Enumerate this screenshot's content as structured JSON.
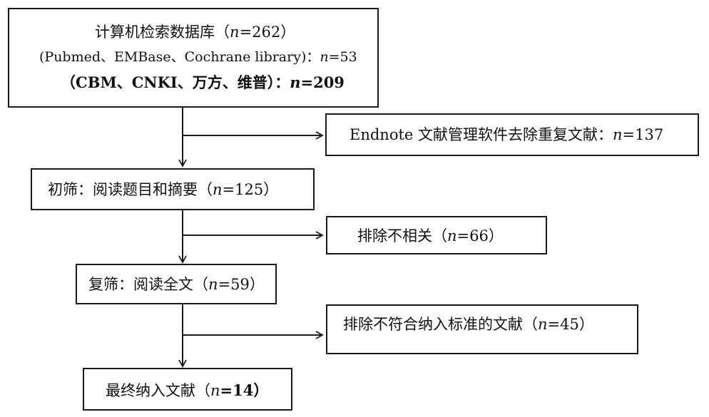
{
  "n_var": "n",
  "search": {
    "l1_text": "计算机检索数据库（",
    "l1_val": "=262）",
    "l2_text": "(Pubmed、EMBase、Cochrane library)：",
    "l2_val": "=53",
    "l3_text": "（CBM、CNKI、万方、维普）：",
    "l3_val": "=209"
  },
  "dedup": {
    "text": "Endnote 文献管理软件去除重复文献：",
    "val": "=137"
  },
  "screen1": {
    "text": "初筛：阅读题目和摘要（",
    "val": "=125）"
  },
  "excl1": {
    "text": "排除不相关（",
    "val": "=66）"
  },
  "screen2": {
    "text": "复筛：阅读全文（",
    "val": "=59）"
  },
  "excl2": {
    "text": "排除不符合纳入标准的文献（",
    "val": "=45）"
  },
  "final": {
    "text": "最终纳入文献（",
    "val": "=14）"
  },
  "colors": {
    "stroke": "#1a1a1a",
    "background": "#ffffff"
  }
}
